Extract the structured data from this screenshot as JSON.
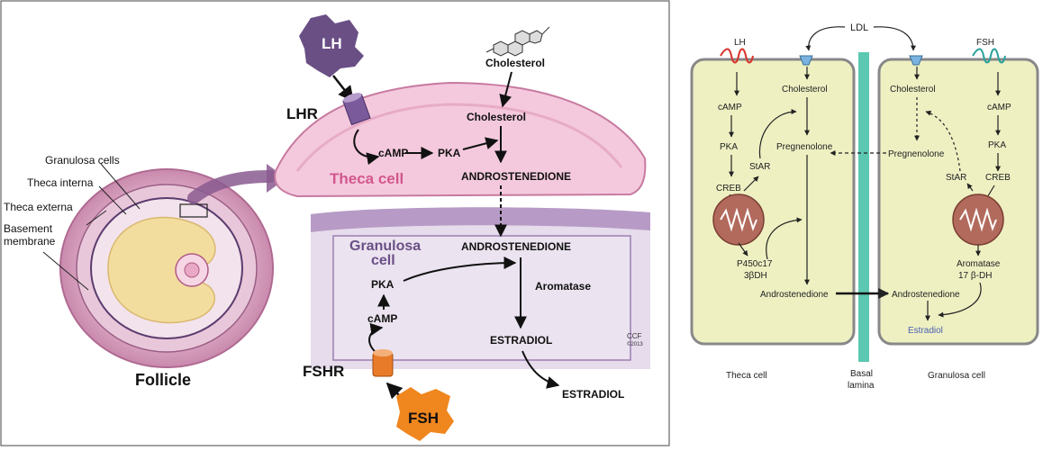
{
  "left_panel": {
    "follicle": {
      "labels": {
        "granulosa_cells": "Granulosa cells",
        "theca_interna": "Theca interna",
        "theca_externa": "Theca externa",
        "basement_membrane_1": "Basement",
        "basement_membrane_2": "membrane",
        "follicle": "Follicle"
      }
    },
    "theca": {
      "lh": "LH",
      "lhr": "LHR",
      "cholesterol_top": "Cholesterol",
      "cholesterol": "Cholesterol",
      "camp": "cAMP",
      "pka": "PKA",
      "androstenedione": "ANDROSTENEDIONE",
      "cell_label": "Theca cell"
    },
    "granulosa": {
      "cell_label_1": "Granulosa",
      "cell_label_2": "cell",
      "androstenedione": "ANDROSTENEDIONE",
      "aromatase": "Aromatase",
      "pka": "PKA",
      "camp": "cAMP",
      "estradiol": "ESTRADIOL",
      "fshr": "FSHR",
      "fsh": "FSH",
      "estradiol_out": "ESTRADIOL"
    },
    "credit_1": "CCF",
    "credit_2": "©2013"
  },
  "right_panel": {
    "ldl": "LDL",
    "theca": {
      "lh": "LH",
      "camp": "cAMP",
      "pka": "PKA",
      "creb": "CREB",
      "star": "StAR",
      "p450c17": "P450c17",
      "bhsd": "3βDH",
      "cholesterol": "Cholesterol",
      "pregnenolone": "Pregnenolone",
      "androstenedione": "Androstenedione",
      "caption": "Theca cell"
    },
    "granulosa": {
      "fsh": "FSH",
      "camp": "cAMP",
      "pka": "PKA",
      "creb": "CREB",
      "star": "StAR",
      "cholesterol": "Cholesterol",
      "pregnenolone": "Pregnenolone",
      "aromatase": "Aromatase",
      "hsd17": "17 β-DH",
      "androstenedione": "Androstenedione",
      "estradiol": "Estradiol",
      "caption": "Granulosa cell"
    },
    "basal_lamina_1": "Basal",
    "basal_lamina_2": "lamina"
  },
  "colors": {
    "theca_fill": "#f4c9dd",
    "granulosa_fill": "#e6dcec",
    "lh_purple": "#6a4f85",
    "fsh_orange": "#f0861e",
    "right_cell_fill": "#eef0c2",
    "basal_teal": "#5cc8b2",
    "nucleus": "#b26a5c",
    "estradiol_blue": "#4a5fb0"
  }
}
